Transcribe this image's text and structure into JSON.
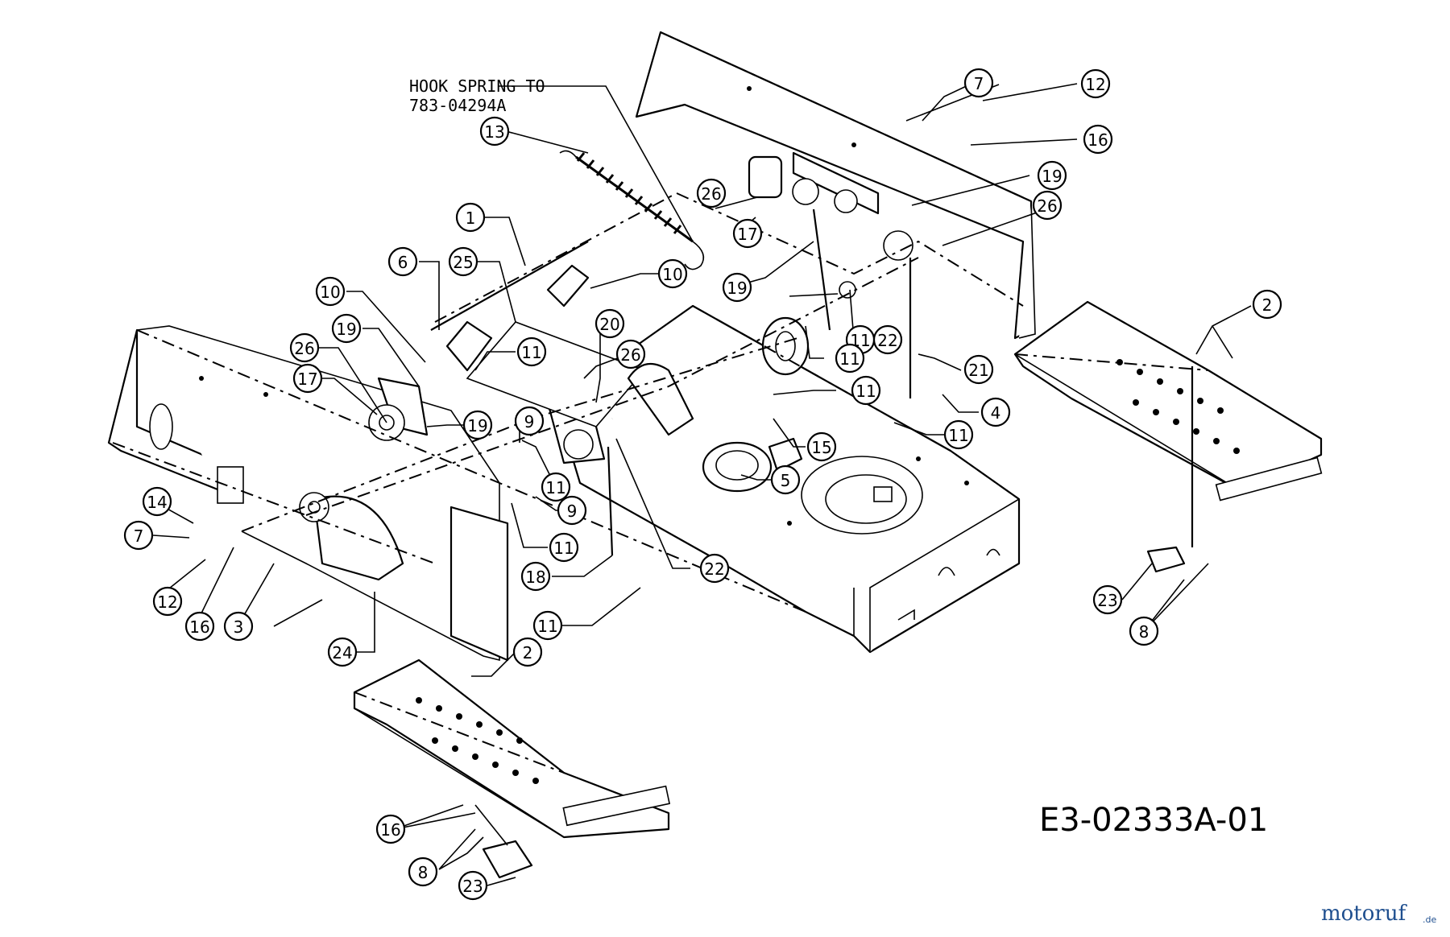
{
  "diagram": {
    "note_line1": "HOOK SPRING TO",
    "note_line2": "783-04294A",
    "drawing_code": "E3-02333A-01",
    "watermark": {
      "name": "motoruf",
      "suffix": ".de",
      "color": "#1f4f8f"
    },
    "callouts": [
      "1",
      "2",
      "3",
      "4",
      "5",
      "6",
      "7",
      "8",
      "9",
      "10",
      "11",
      "12",
      "13",
      "14",
      "15",
      "16",
      "17",
      "18",
      "19",
      "20",
      "21",
      "22",
      "23",
      "24",
      "25",
      "26"
    ]
  }
}
